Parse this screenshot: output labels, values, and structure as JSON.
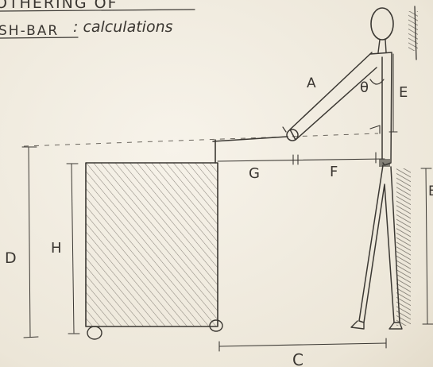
{
  "heading": {
    "line1": "OTHERING OF",
    "line2_prefix": "SH-BAR",
    "line2_suffix": ": calculations"
  },
  "labels": {
    "A": "A",
    "B": "B",
    "C": "C",
    "D": "D",
    "E": "E",
    "F": "F",
    "G": "G",
    "H": "H",
    "theta": "θ"
  },
  "colors": {
    "paper": "#f1ece1",
    "pencil": "#3b3833",
    "shade": "#6a655d"
  }
}
